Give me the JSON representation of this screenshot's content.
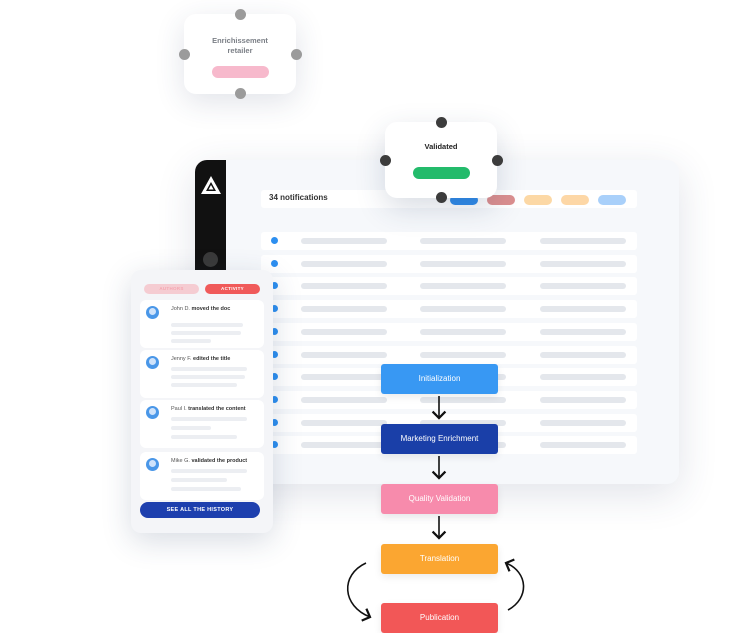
{
  "nodes": {
    "enrichment": {
      "title": "Enrichissement retailer"
    },
    "validated": {
      "title": "Validated"
    }
  },
  "notifications": {
    "count_label": "34 notifications",
    "filter_chip_colors": [
      "#2f8bea",
      "#dc8f8f",
      "#fcd8a5",
      "#fdd7a6",
      "#a9d0fa"
    ]
  },
  "activity": {
    "tabs": [
      {
        "label": "AUTHORS",
        "color": "#f5ccd2"
      },
      {
        "label": "ACTIVITY",
        "color": "#f05a5a"
      }
    ],
    "items": [
      {
        "user": "John D.",
        "action": "moved the doc"
      },
      {
        "user": "Jenny F.",
        "action": "edited the title"
      },
      {
        "user": "Paul I.",
        "action": "translated the content"
      },
      {
        "user": "Mike G.",
        "action": "validated the product"
      }
    ],
    "history_button": "SEE ALL THE HISTORY"
  },
  "workflow": {
    "steps": [
      {
        "label": "Initialization",
        "color": "#3898f3"
      },
      {
        "label": "Marketing Enrichment",
        "color": "#1a3fa8"
      },
      {
        "label": "Quality Validation",
        "color": "#f78bac"
      },
      {
        "label": "Translation",
        "color": "#fba631"
      },
      {
        "label": "Publication",
        "color": "#f25757"
      }
    ]
  }
}
